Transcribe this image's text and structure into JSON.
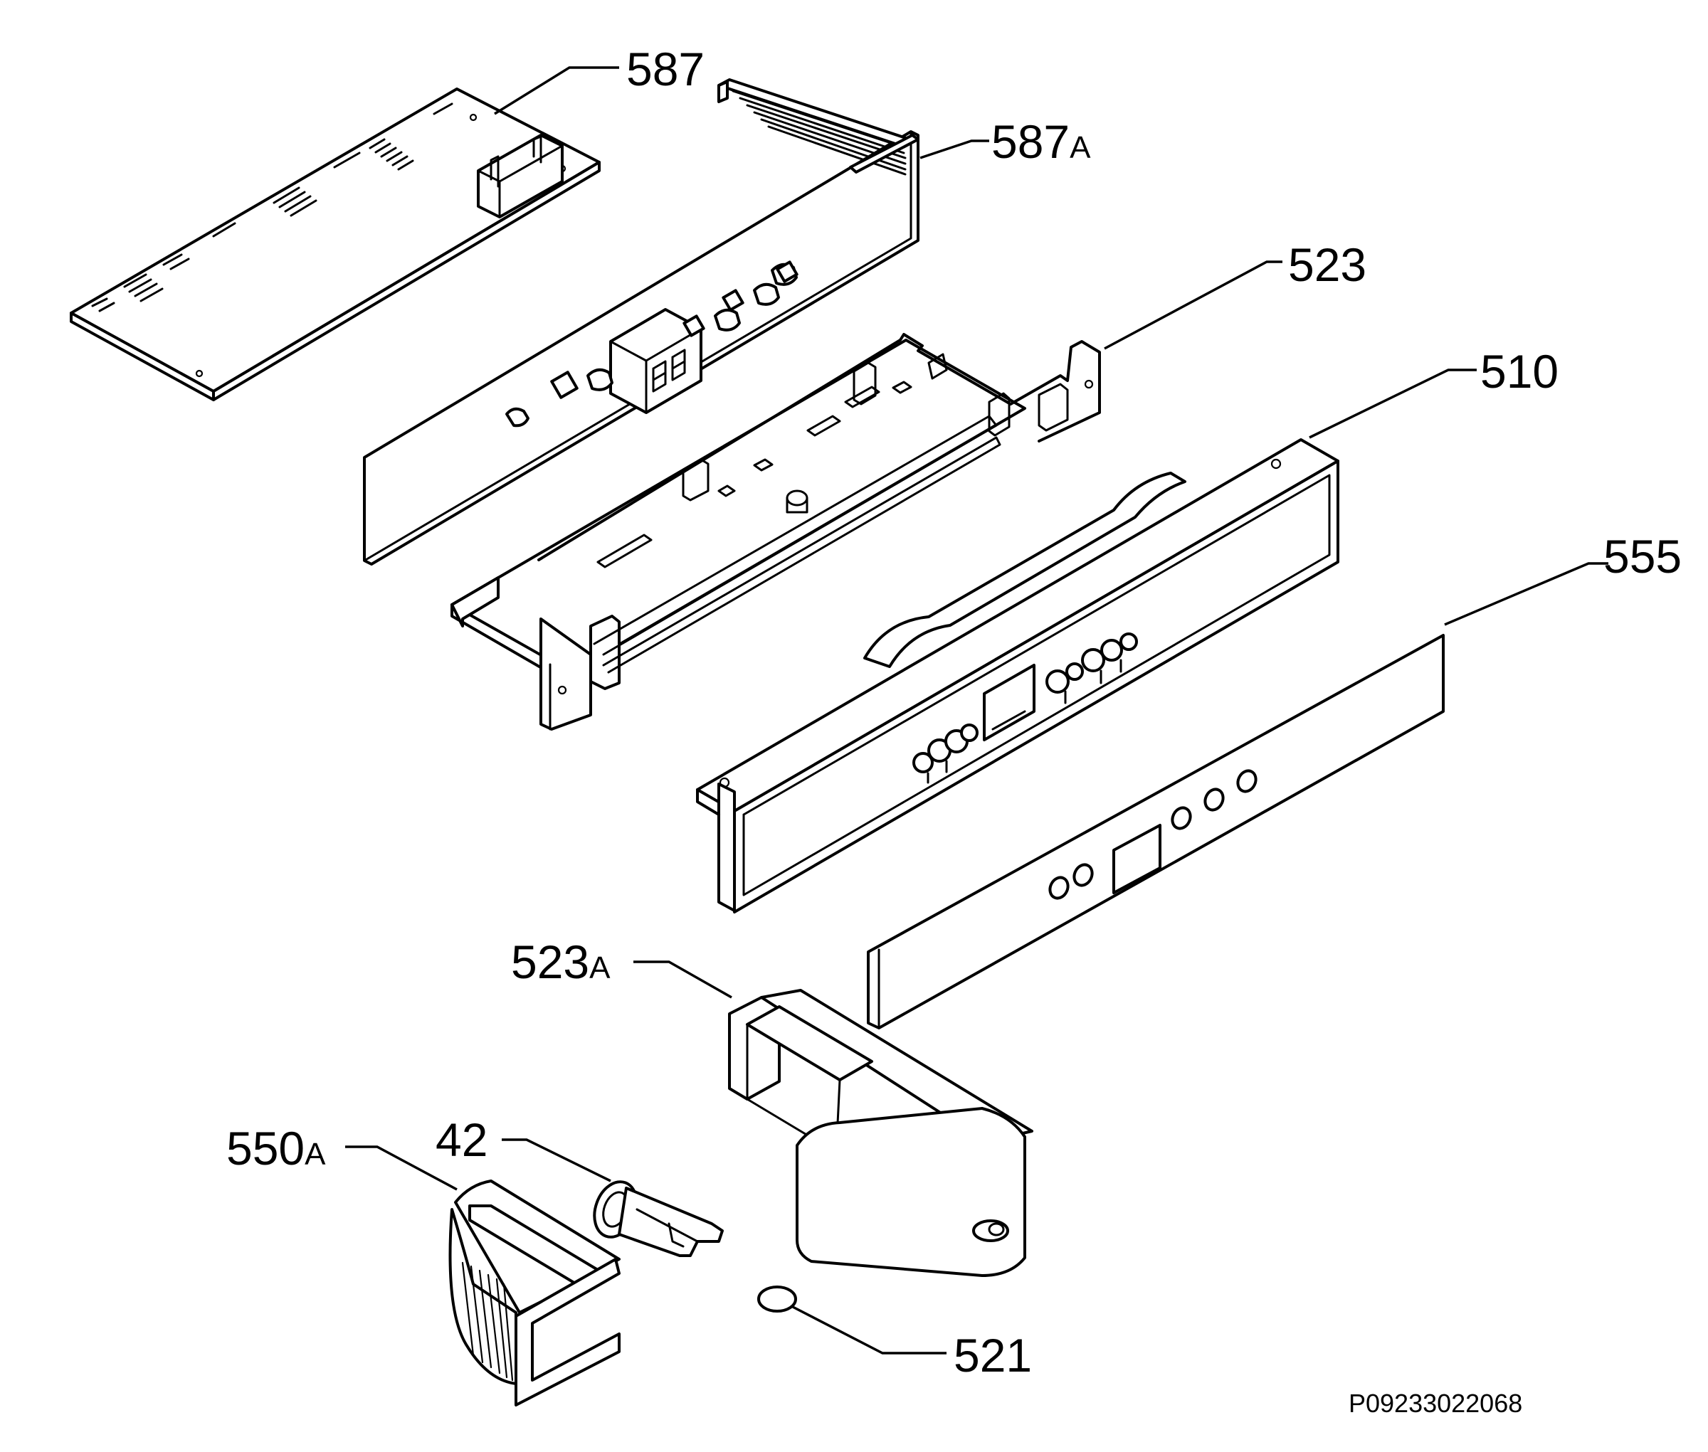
{
  "diagram": {
    "parts": [
      {
        "id": "587",
        "number": "587",
        "suffix": ""
      },
      {
        "id": "587A",
        "number": "587",
        "suffix": "A"
      },
      {
        "id": "523",
        "number": "523",
        "suffix": ""
      },
      {
        "id": "510",
        "number": "510",
        "suffix": ""
      },
      {
        "id": "555",
        "number": "555",
        "suffix": ""
      },
      {
        "id": "523A",
        "number": "523",
        "suffix": "A"
      },
      {
        "id": "550A",
        "number": "550",
        "suffix": "A"
      },
      {
        "id": "42",
        "number": "42",
        "suffix": ""
      },
      {
        "id": "521",
        "number": "521",
        "suffix": ""
      }
    ],
    "reference_code": "P09233022068"
  }
}
